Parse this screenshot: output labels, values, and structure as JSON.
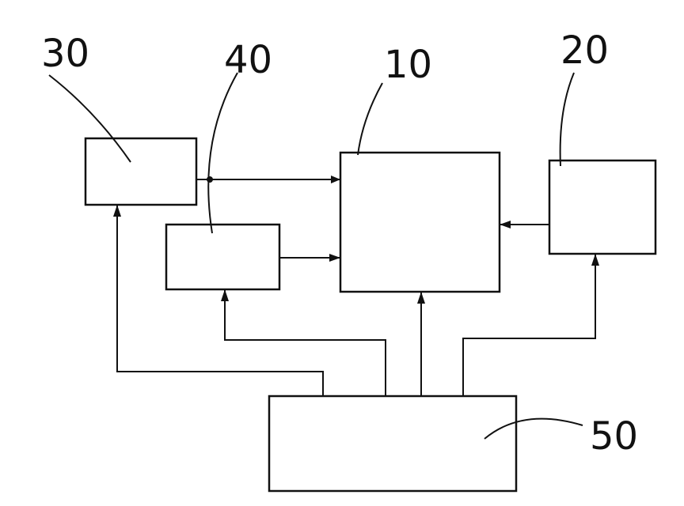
{
  "labels": {
    "block_10": "10",
    "block_20": "20",
    "block_30": "30",
    "block_40": "40",
    "block_50": "50"
  }
}
